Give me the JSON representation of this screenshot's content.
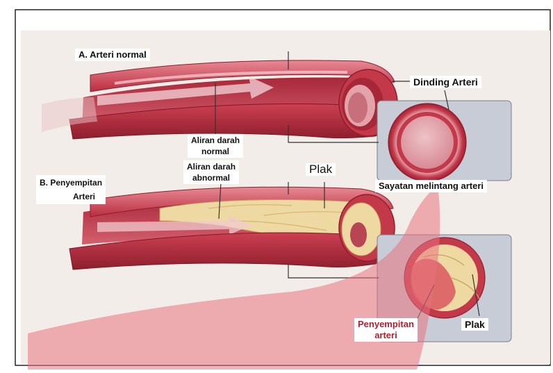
{
  "diagram": {
    "section_a": {
      "title": "A. Arteri normal",
      "flow_label": [
        "Aliran darah",
        "normal"
      ]
    },
    "section_b": {
      "title": [
        "B. Penyempitan",
        "Arteri"
      ],
      "flow_label": [
        "Aliran darah",
        "abnormal"
      ],
      "plaque_label": "Plak"
    },
    "labels": {
      "wall": "Dinding Arteri",
      "cross_section": "Sayatan melintang arteri",
      "narrowing": [
        "Penyempitan",
        "arteri"
      ],
      "plaque_cross": "Plak"
    },
    "colors": {
      "background": "#f3ede9",
      "artery_outer": "#c4394a",
      "artery_dark": "#8e1e2c",
      "artery_light": "#e99aa3",
      "plaque": "#efd9a3",
      "panel": "#c8ccd6",
      "overlay": "#e8737f"
    }
  }
}
